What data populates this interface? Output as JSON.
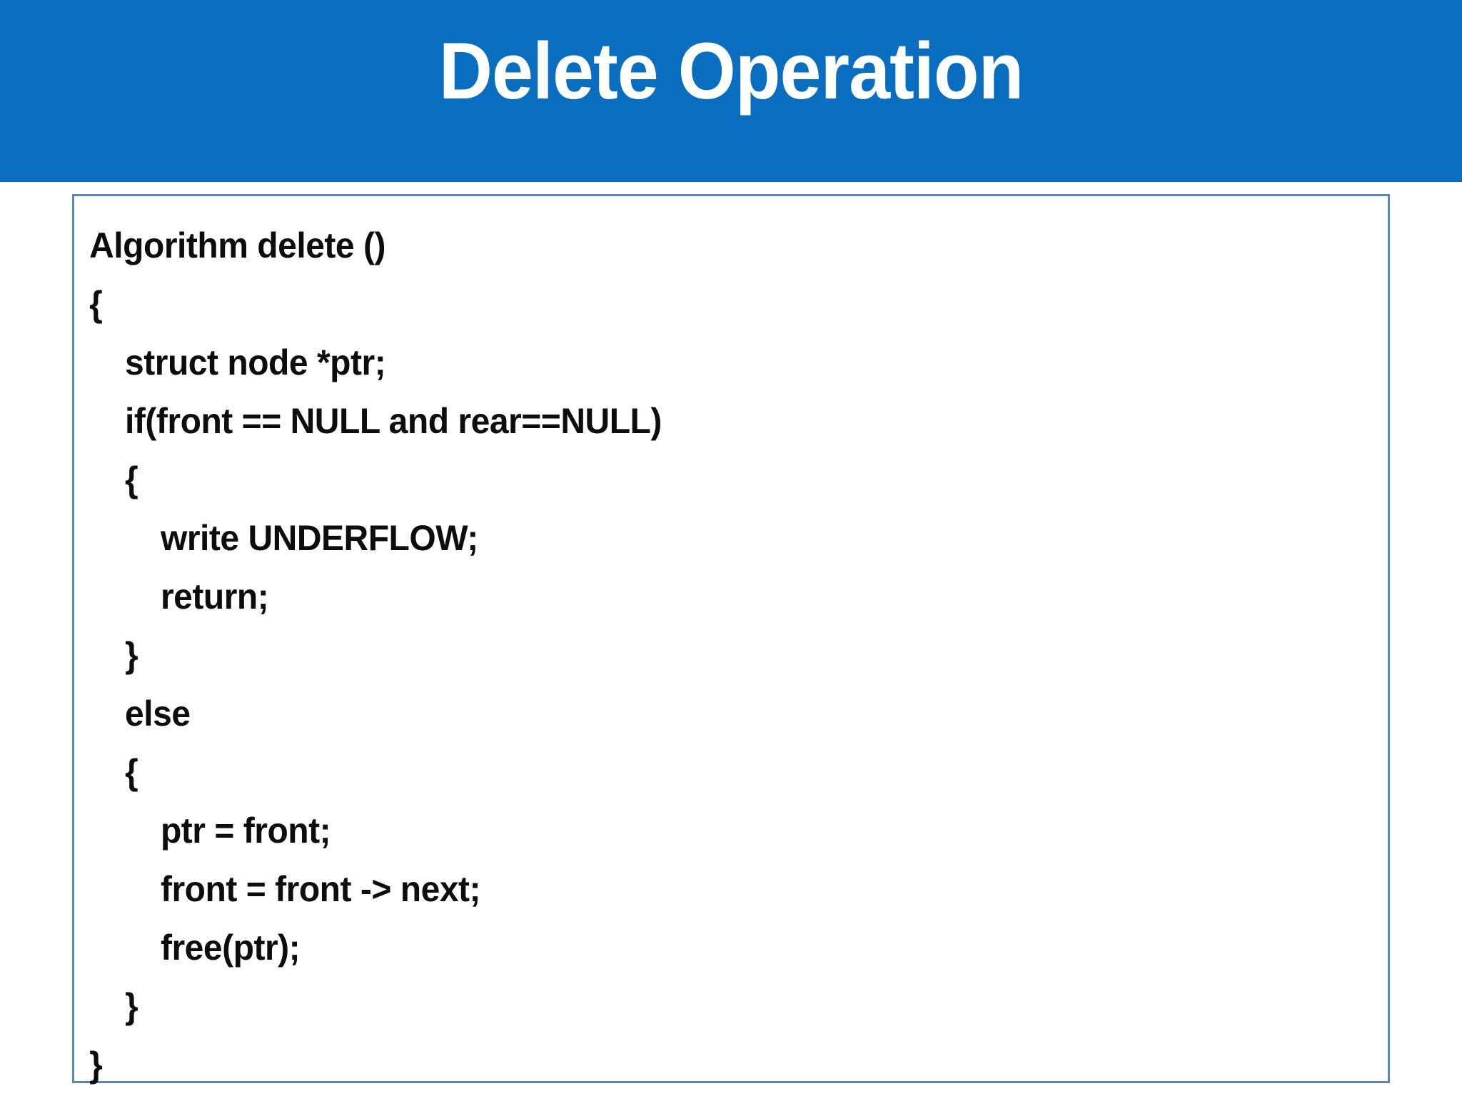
{
  "slide": {
    "title": "Delete Operation",
    "accent_color": "#0a6ec0",
    "box_border_color": "#5b83bd",
    "text_color": "#0d0d0d",
    "title_color": "#ffffff"
  },
  "code": {
    "lines": [
      {
        "text": "Algorithm delete ()",
        "indent": 0
      },
      {
        "text": "{",
        "indent": 0
      },
      {
        "text": "struct node *ptr;",
        "indent": 1
      },
      {
        "text": "if(front == NULL and rear==NULL)",
        "indent": 1
      },
      {
        "text": "{",
        "indent": 1
      },
      {
        "text": "write UNDERFLOW;",
        "indent": 2
      },
      {
        "text": "return;",
        "indent": 2
      },
      {
        "text": "}",
        "indent": 1
      },
      {
        "text": "else",
        "indent": 1
      },
      {
        "text": "{",
        "indent": 1
      },
      {
        "text": "ptr = front;",
        "indent": 2
      },
      {
        "text": "front = front -> next;",
        "indent": 2
      },
      {
        "text": "free(ptr);",
        "indent": 2
      },
      {
        "text": "}",
        "indent": 1
      },
      {
        "text": "}",
        "indent": 0
      }
    ]
  }
}
